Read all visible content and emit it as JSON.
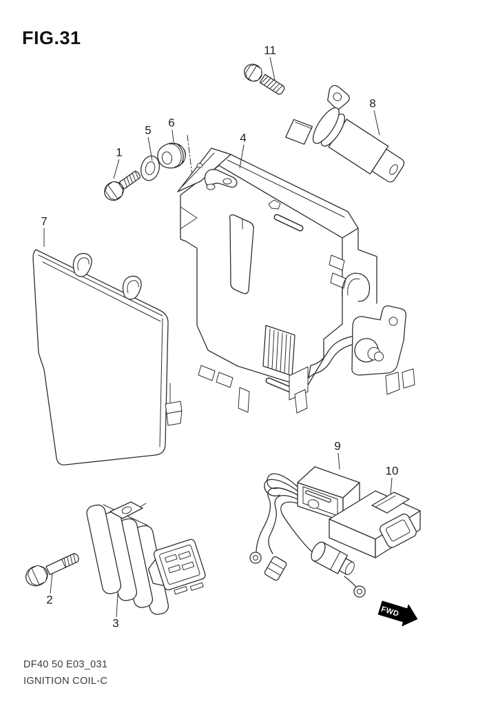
{
  "figure": {
    "title": "FIG.31",
    "model_code": "DF40 50 E03_031",
    "caption": "IGNITION COIL-C"
  },
  "direction_indicator": {
    "label": "FWD"
  },
  "callouts": [
    {
      "number": "1"
    },
    {
      "number": "2"
    },
    {
      "number": "3"
    },
    {
      "number": "4"
    },
    {
      "number": "5"
    },
    {
      "number": "6"
    },
    {
      "number": "7"
    },
    {
      "number": "8"
    },
    {
      "number": "9"
    },
    {
      "number": "10"
    },
    {
      "number": "11"
    }
  ],
  "colors": {
    "line": "#2d2d2d",
    "background": "#ffffff",
    "arrow_fill": "#000000"
  }
}
